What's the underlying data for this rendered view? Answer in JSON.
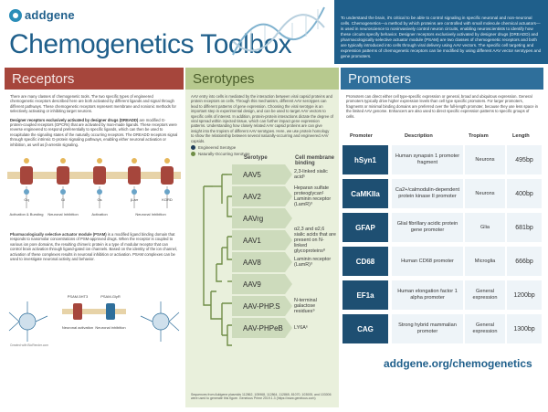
{
  "brand": {
    "name": "addgene"
  },
  "title": "Chemogenetics Toolbox",
  "intro": "To understand the brain, it's critical to be able to control signaling in specific neuronal and non-neuronal cells. Chemogenetics—a method by which proteins are controlled with small molecule chemical actuators—is used in neuroscience to noninvasively control neuron circuits, enabling neuroscientists to identify how these circuits specify behavior. Designer receptors exclusively activated by designer drugs (DREADD) and pharmacologically selective actuator module (PSAM) are two classes of chemogenetic receptors and both are typically introduced into cells through viral delivery using AAV vectors. The specific cell targeting and expression patterns of chemogenetic receptors can be modified by using different AAV vector serotypes and gene promoters.",
  "receptors": {
    "heading": "Receptors",
    "p1": "There are many classes of chemogenetic tools. The two specific types of engineered chemogenetic receptors described here are both activated by different ligands and signal through different pathways. These chemogenetic receptors represent membrane and nonionic methods for selectively activating or inhibiting target neurons.",
    "dreadd_title": "Designer receptors exclusively activated by designer drugs (DREADD)",
    "dreadd_text": "are modified G-protein-coupled receptors (GPCRs) that are activated by man-made ligands. These receptors were reverse engineered to respond preferentially to specific ligands, which can then be used to recapitulate the signaling states of the naturally occurring receptors. The DREADD receptors signal through specific intrinsic G-protein signaling pathways, enabling either neuronal activation or inhibition, as well as β-arrestin signaling.",
    "psam_title": "Pharmacologically selective actuator module (PSAM)",
    "psam_text": "is a modified ligand binding domain that responds to nanomolar concentrations of PSM-approved drugs. When the receptor is coupled to various ion pore domains, the resulting chimeric protein is a type of modular receptor that can control brain activation through ligand-gated ion channels. Based on the identity of the ion channel, activation of these complexes results in neuronal inhibition or activation. PSAM complexes can be used to investigate neuronal activity and behavior.",
    "credit": "Created with BioRender.com",
    "diagram_labels": {
      "r1": "Gq",
      "r2": "Gi",
      "r3": "Gs",
      "r4": "β-arr",
      "r5": "KORD",
      "act1": "Activation & Bursting",
      "act2": "Neuronal Inhibition",
      "act3": "Activation",
      "act4": "Neuronal Inhibition",
      "psam1": "PSAM-5HT3",
      "psam2": "PSAM-GlyR",
      "psam_act1": "Neuronal activation",
      "psam_act2": "Neuronal inhibition"
    }
  },
  "serotypes": {
    "heading": "Serotypes",
    "intro": "AAV entry into cells is mediated by the interaction between viral capsid proteins and protein receptors on cells. Through this mechanism, different AAV serotypes can lead to different patterns of gene expression. Choosing the viral serotype is an important step in experimental design, and can be used to target AAV vectors to specific cells of interest. In addition, protein-protein interactions dictate the degree of viral spread within injected tissue, which can further impact gene expression patterns. Understanding how closely related AAV capsid proteins are can give insight into the tropism of different AAV serotypes. Here, we use protein homology to show the relationship between several naturally-occurring and engineered AAV capsids.",
    "key": [
      {
        "label": "Engineered Serotype",
        "color": "#1f3d5a"
      },
      {
        "label": "Naturally-Occurring Serotype",
        "color": "#6f8d46"
      }
    ],
    "col_serotype": "Serotype",
    "col_receptor": "Cell membrane binding",
    "rows": [
      {
        "name": "AAV5",
        "binding": "2,3-linked sialic acid⁵"
      },
      {
        "name": "AAV2",
        "binding": "Heparan sulfate proteoglycan¹ Laminin receptor (LamR)³"
      },
      {
        "name": "AAVrg",
        "binding": ""
      },
      {
        "name": "AAV1",
        "binding": "α2,3 and α2,6 sialic acids that are present on N-linked glycoproteins⁸"
      },
      {
        "name": "AAV8",
        "binding": "Laminin receptor (LamR)³"
      },
      {
        "name": "AAV9",
        "binding": ""
      },
      {
        "name": "AAV-PHP.S",
        "binding": "N-terminal galactose residues⁹"
      },
      {
        "name": "AAV-PHPeB",
        "binding": "LY6A⁶"
      }
    ],
    "footnote": "Sequences from Addgene plasmids 112862, 105968, 112864, 112865, 81070, 103005, and 103006 were used to generate this figure. Geneious Prime 2019.1.3 (https://www.geneious.com)"
  },
  "promoters": {
    "heading": "Promoters",
    "intro": "Promoters can direct either cell type-specific expression or general, broad and ubiquitous expression. General promoters typically drive higher expression levels than cell type specific promoters. For larger promoters, fragments or minimal binding domains are preferred over the full-length promoter, because they use less space in the limited AAV genome. Enhancers are also used to direct specific expression patterns to specific groups of cells.",
    "col_promoter": "Promoter",
    "col_description": "Description",
    "col_tropism": "Tropism",
    "col_length": "Length",
    "rows": [
      {
        "name": "hSyn1",
        "description": "Human synapsin 1 promoter fragment",
        "tropism": "Neurons",
        "length": "495bp"
      },
      {
        "name": "CaMKIIa",
        "description": "Ca2+/calmodulin-dependent protein kinase II promoter",
        "tropism": "Neurons",
        "length": "400bp"
      },
      {
        "name": "GFAP",
        "description": "Glial fibrillary acidic protein gene promoter",
        "tropism": "Glia",
        "length": "681bp"
      },
      {
        "name": "CD68",
        "description": "Human CD68 promoter",
        "tropism": "Microglia",
        "length": "666bp"
      },
      {
        "name": "EF1a",
        "description": "Human elongation factor 1 alpha promoter",
        "tropism": "General expression",
        "length": "1200bp"
      },
      {
        "name": "CAG",
        "description": "Strong hybrid mammalian promoter",
        "tropism": "General expression",
        "length": "1300bp"
      }
    ]
  },
  "footer": {
    "url": "addgene.org/chemogenetics"
  },
  "colors": {
    "navy": "#1f5f8b",
    "receptors": "#a6463c",
    "serotypes": "#b7c98e",
    "promoters": "#2f6f9b"
  }
}
